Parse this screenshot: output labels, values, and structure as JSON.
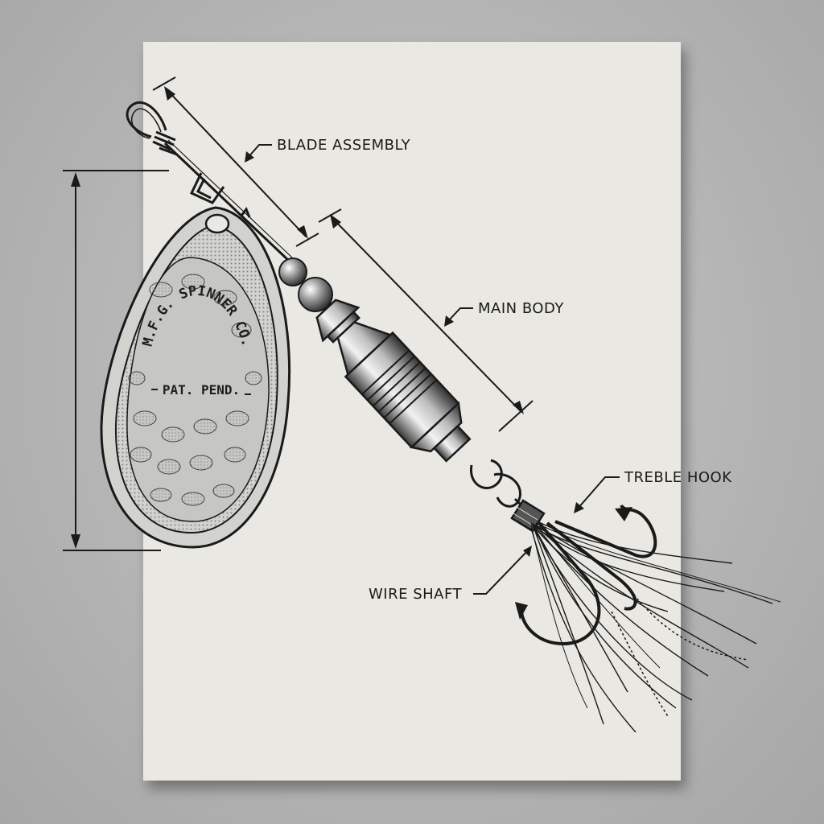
{
  "labels": {
    "blade_assembly": "BLADE ASSEMBLY",
    "main_body": "MAIN BODY",
    "treble_hook": "TREBLE HOOK",
    "wire_shaft": "WIRE SHAFT"
  },
  "blade_engraving": {
    "maker": "M.F.G. SPINNER CO.",
    "patent": "PAT. PEND."
  },
  "colors": {
    "backdrop": "#b3b3b3",
    "paper": "#e9e8e2",
    "ink": "#1a1a1a",
    "blade_fill": "#cfcfcb"
  }
}
